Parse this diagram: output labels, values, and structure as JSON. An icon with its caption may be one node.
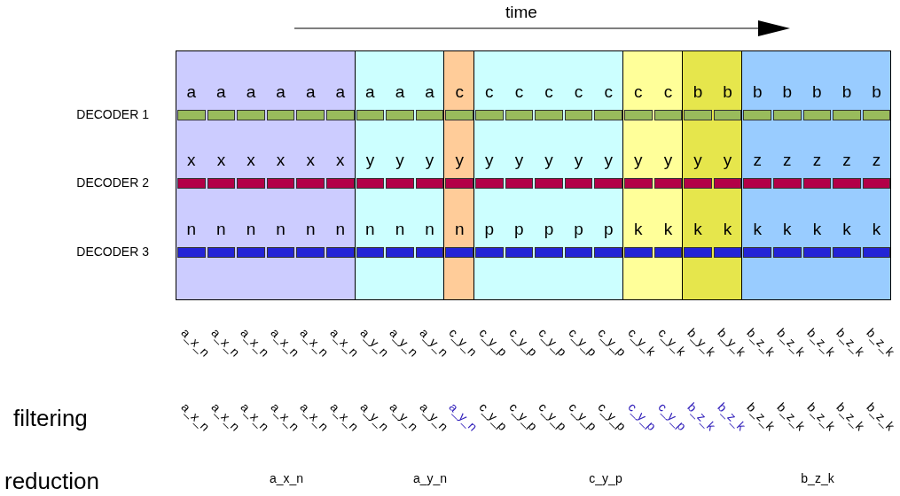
{
  "diagram": {
    "nodes": [
      {
        "text": [
          "a",
          "a",
          "a",
          "a",
          "a",
          "a",
          "x",
          "x",
          "x",
          "x",
          "x",
          "x",
          "n",
          "n",
          "n",
          "n",
          "n",
          "n"
        ]
      },
      {
        "text": [
          "a",
          "a",
          "a",
          "y",
          "y",
          "y",
          "n",
          "n",
          "n"
        ]
      },
      {
        "text": [
          "c",
          "y",
          "n"
        ]
      },
      {
        "text": [
          "c",
          "c",
          "c",
          "c",
          "c",
          "y",
          "y",
          "y",
          "y",
          "y",
          "p",
          "p",
          "p",
          "p",
          "p"
        ]
      },
      {
        "text": [
          "c",
          "c",
          "y",
          "y",
          "k",
          "k"
        ]
      },
      {
        "text": [
          "b",
          "b",
          "y",
          "y",
          "k",
          "k"
        ]
      },
      {
        "text": [
          "b",
          "b",
          "b",
          "b",
          "b",
          "z",
          "z",
          "z",
          "z",
          "z",
          "k",
          "k",
          "k",
          "k",
          "k"
        ]
      }
    ],
    "labels": [
      "time",
      "DECODER 1",
      "DECODER 2",
      "DECODER 3",
      "a_x_n",
      "a_x_n",
      "a_x_n",
      "a_x_n",
      "a_x_n",
      "a_x_n",
      "a_y_n",
      "a_y_n",
      "a_y_n",
      "c_y_n",
      "c_y_p",
      "c_y_p",
      "c_y_p",
      "c_y_p",
      "c_y_p",
      "c_y_k",
      "c_y_k",
      "b_y_k",
      "b_y_k",
      "b_z_k",
      "b_z_k",
      "b_z_k",
      "b_z_k",
      "b_z_k",
      "filtering",
      "a_x_n",
      "a_x_n",
      "a_x_n",
      "a_x_n",
      "a_x_n",
      "a_x_n",
      "a_y_n",
      "a_y_n",
      "a_y_n",
      "a_y_n",
      "c_y_p",
      "c_y_p",
      "c_y_p",
      "c_y_p",
      "c_y_p",
      "c_y_p",
      "c_y_p",
      "b_z_k",
      "b_z_k",
      "b_z_k",
      "b_z_k",
      "b_z_k",
      "b_z_k",
      "b_z_k",
      "reduction",
      "a_x_n",
      "a_y_n",
      "c_y_p",
      "b_z_k"
    ]
  }
}
